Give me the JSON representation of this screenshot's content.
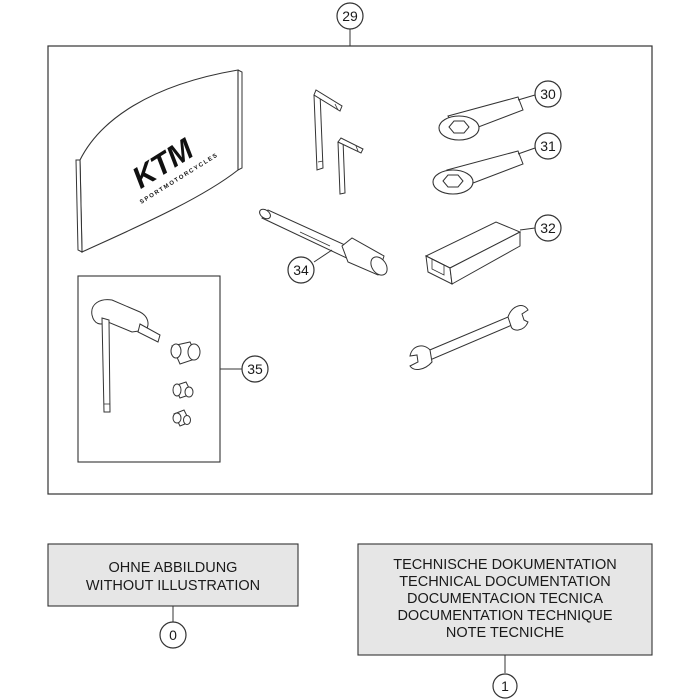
{
  "callouts": {
    "c29": "29",
    "c30": "30",
    "c31": "31",
    "c32": "32",
    "c34": "34",
    "c35": "35",
    "c0": "0",
    "c1": "1"
  },
  "logo": {
    "brand": "KTM",
    "tagline": "SPORTMOTORCYCLES"
  },
  "box_without_illustration": {
    "line1": "OHNE ABBILDUNG",
    "line2": "WITHOUT ILLUSTRATION"
  },
  "box_documentation": {
    "line1": "TECHNISCHE DOKUMENTATION",
    "line2": "TECHNICAL DOCUMENTATION",
    "line3": "DOCUMENTACION TECNICA",
    "line4": "DOCUMENTATION TECHNIQUE",
    "line5": "NOTE TECNICHE"
  },
  "colors": {
    "box_fill": "#e6e6e6",
    "line": "#2a2a2a",
    "logo": "#111111"
  }
}
